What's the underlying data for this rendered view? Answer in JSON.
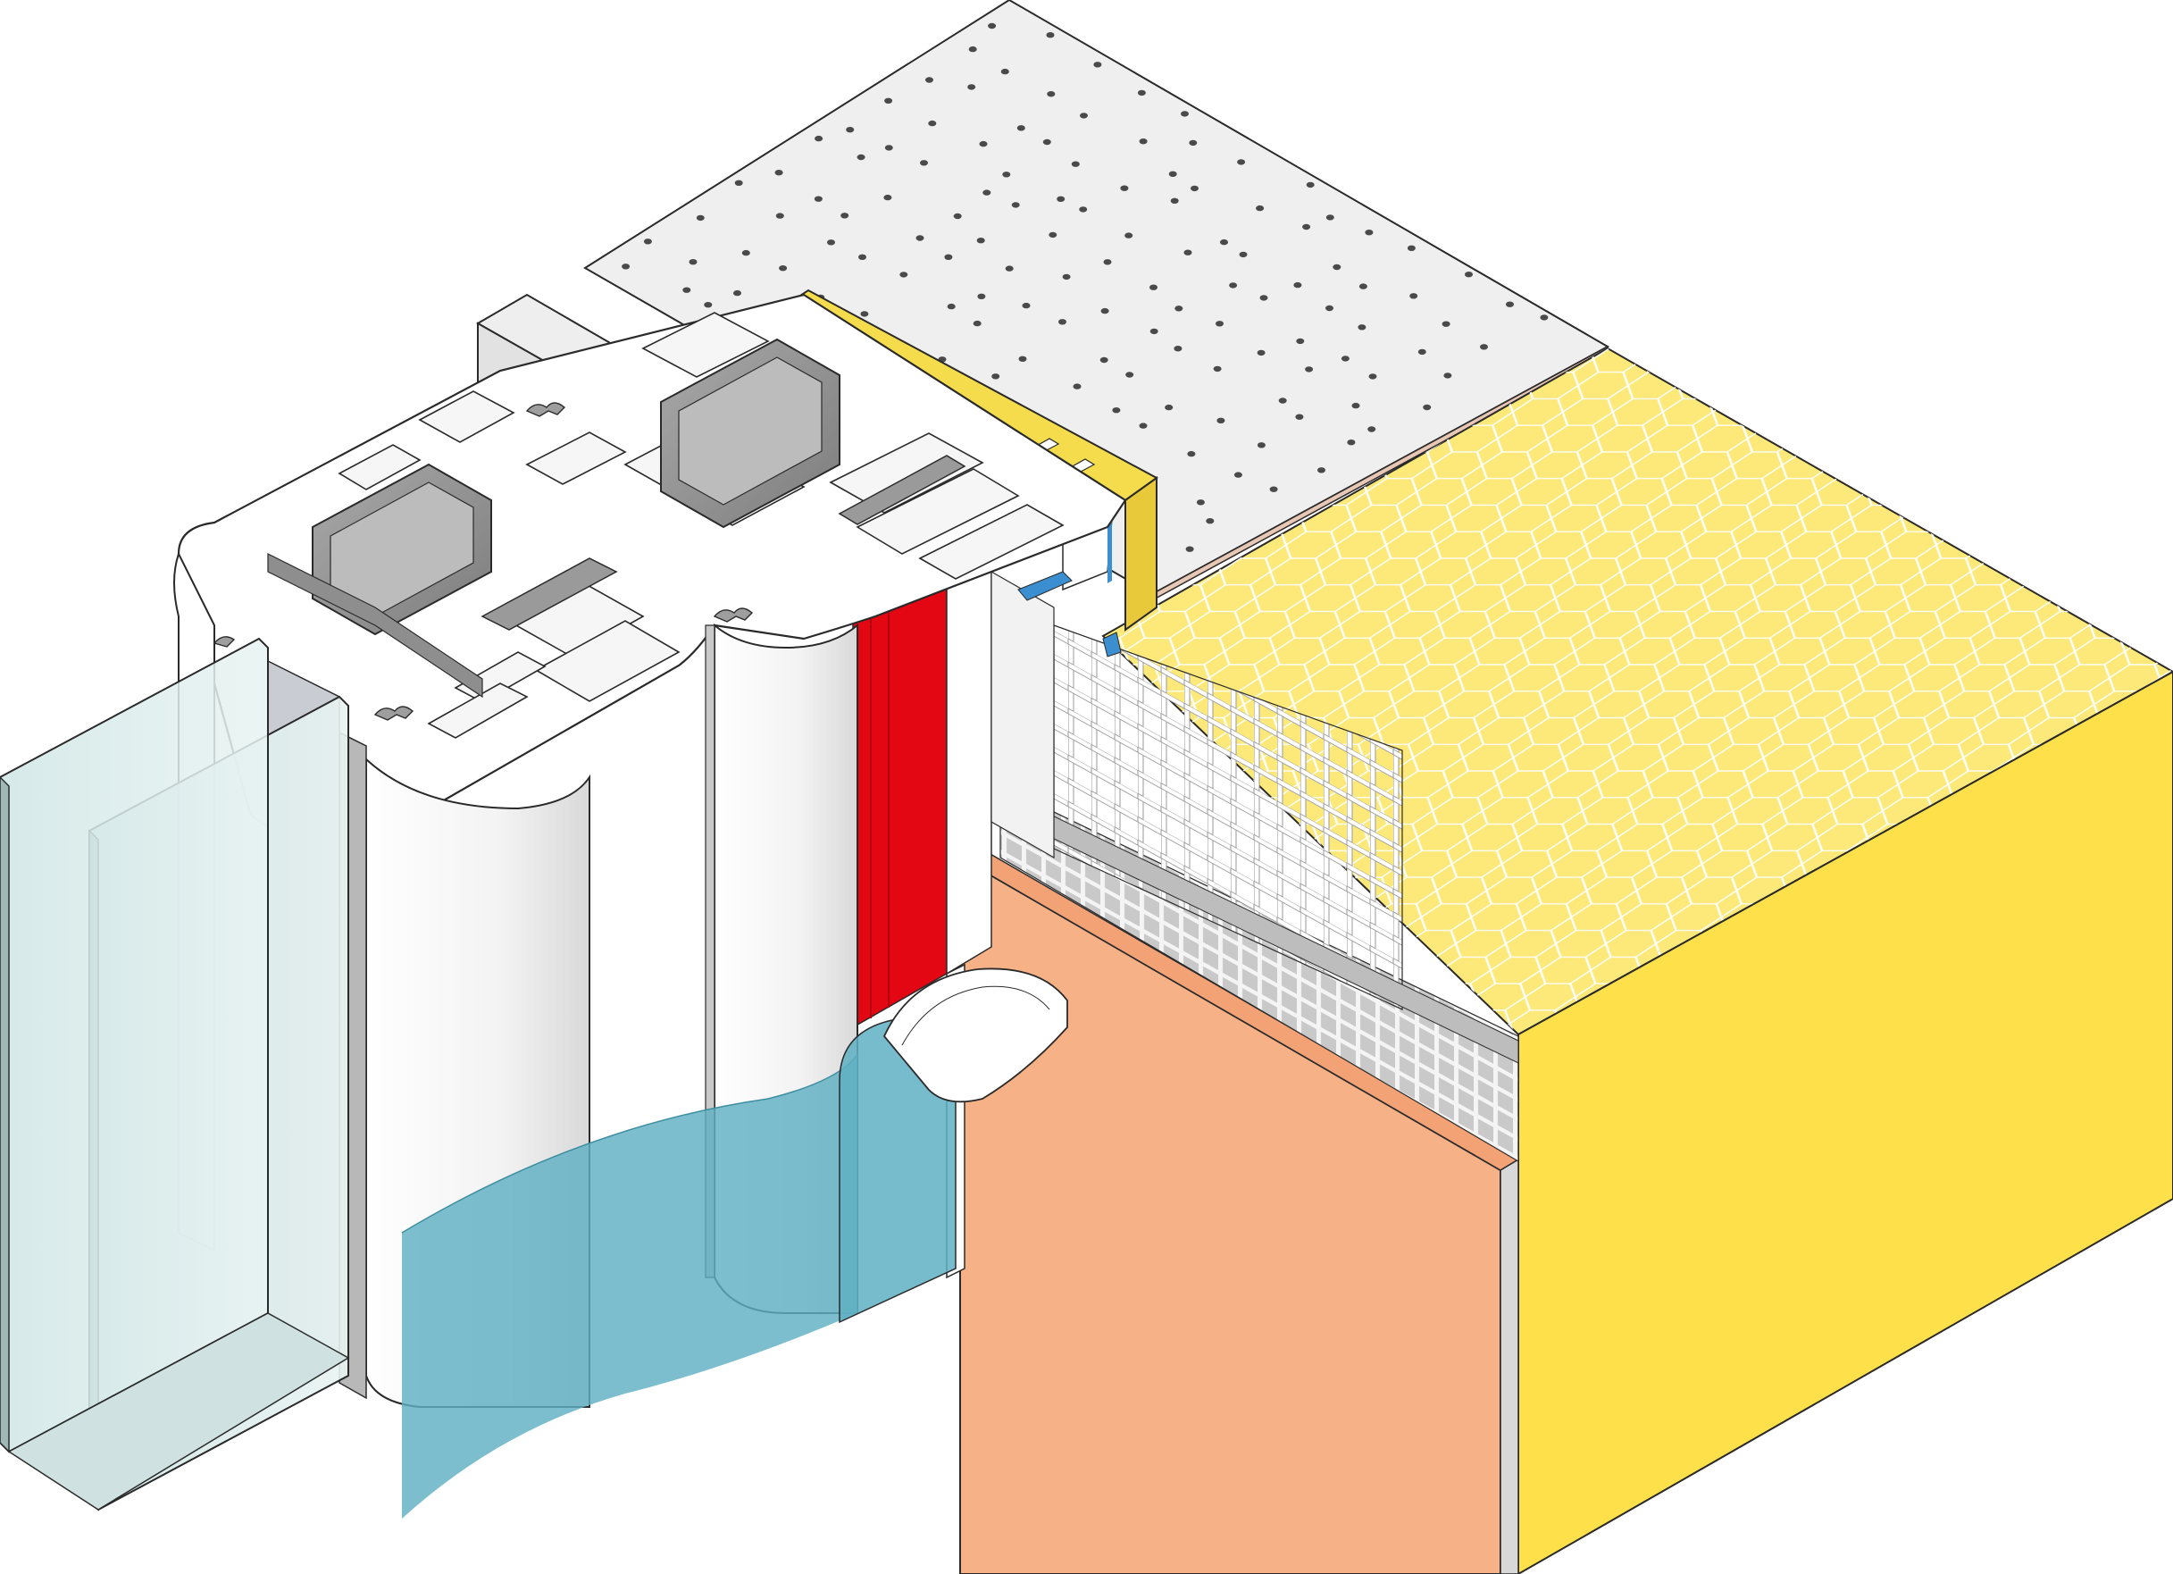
{
  "colors": {
    "background": "#ffffff",
    "outline": "#2a2a2a",
    "insulation_top": "#fde97a",
    "insulation_side": "#fde04a",
    "honeycomb_line": "#ffffff",
    "ceiling_board": "#efefef",
    "ceiling_dots": "#4a4a4a",
    "plaster": "#f6b186",
    "mesh_shadow": "#bdbdbd",
    "mesh": "#ffffff",
    "seal_tape": "#e30613",
    "yellow_foam": "#f4dc4c",
    "pvc_white": "#ffffff",
    "pvc_shade": "#e6e6e6",
    "steel_dark": "#8e8e8e",
    "steel_light": "#b9b9b9",
    "glass": "#d9ecec",
    "glass_edge": "#9fb9b6",
    "vapour_foil": "#5fb0c3",
    "profile_blue": "#3b8fd0"
  },
  "icons": {
    "pane": "glass-pane-shape",
    "frame": "pvc-frame-shape",
    "tape": "sealing-tape-shape",
    "mesh": "reinforcement-mesh-shape",
    "foil": "vapour-barrier-foil-shape"
  }
}
